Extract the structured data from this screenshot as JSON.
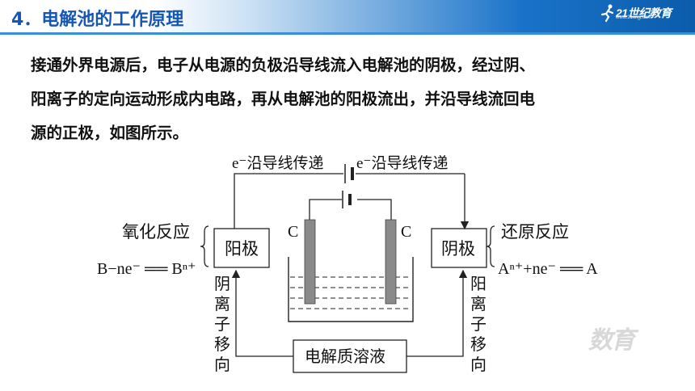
{
  "header": {
    "title": "4．电解池的工作原理",
    "logo_text": "21世纪教育",
    "logo_sub": "www.21cnjy.com"
  },
  "paragraph": {
    "lines": [
      "接通外界电源后，电子从电源的负极沿导线流入电解池的阴极，经过阴、",
      "阳离子的定向运动形成内电路，再从电解池的阳极流出，并沿导线流回电",
      "源的正极，如图所示。"
    ]
  },
  "diagram": {
    "wire_label_left": "e⁻沿导线传递",
    "wire_label_right": "e⁻沿导线传递",
    "left_box": "阳极",
    "right_box": "阴极",
    "left_reaction_title": "氧化反应",
    "left_reaction_eq": "B−ne⁻ ══ Bⁿ⁺",
    "right_reaction_title": "还原反应",
    "right_reaction_eq": "Aⁿ⁺+ne⁻ ══ A",
    "left_electrode": "C",
    "right_electrode": "C",
    "left_vertical": [
      "阴",
      "离",
      "子",
      "移",
      "向"
    ],
    "right_vertical": [
      "阳",
      "离",
      "子",
      "移",
      "向"
    ],
    "bottom_box": "电解质溶液"
  },
  "watermark": "数育",
  "colors": {
    "title": "#1457b5",
    "header_gradient_end": "#0b5cab",
    "electrode": "#8a8a8a"
  }
}
